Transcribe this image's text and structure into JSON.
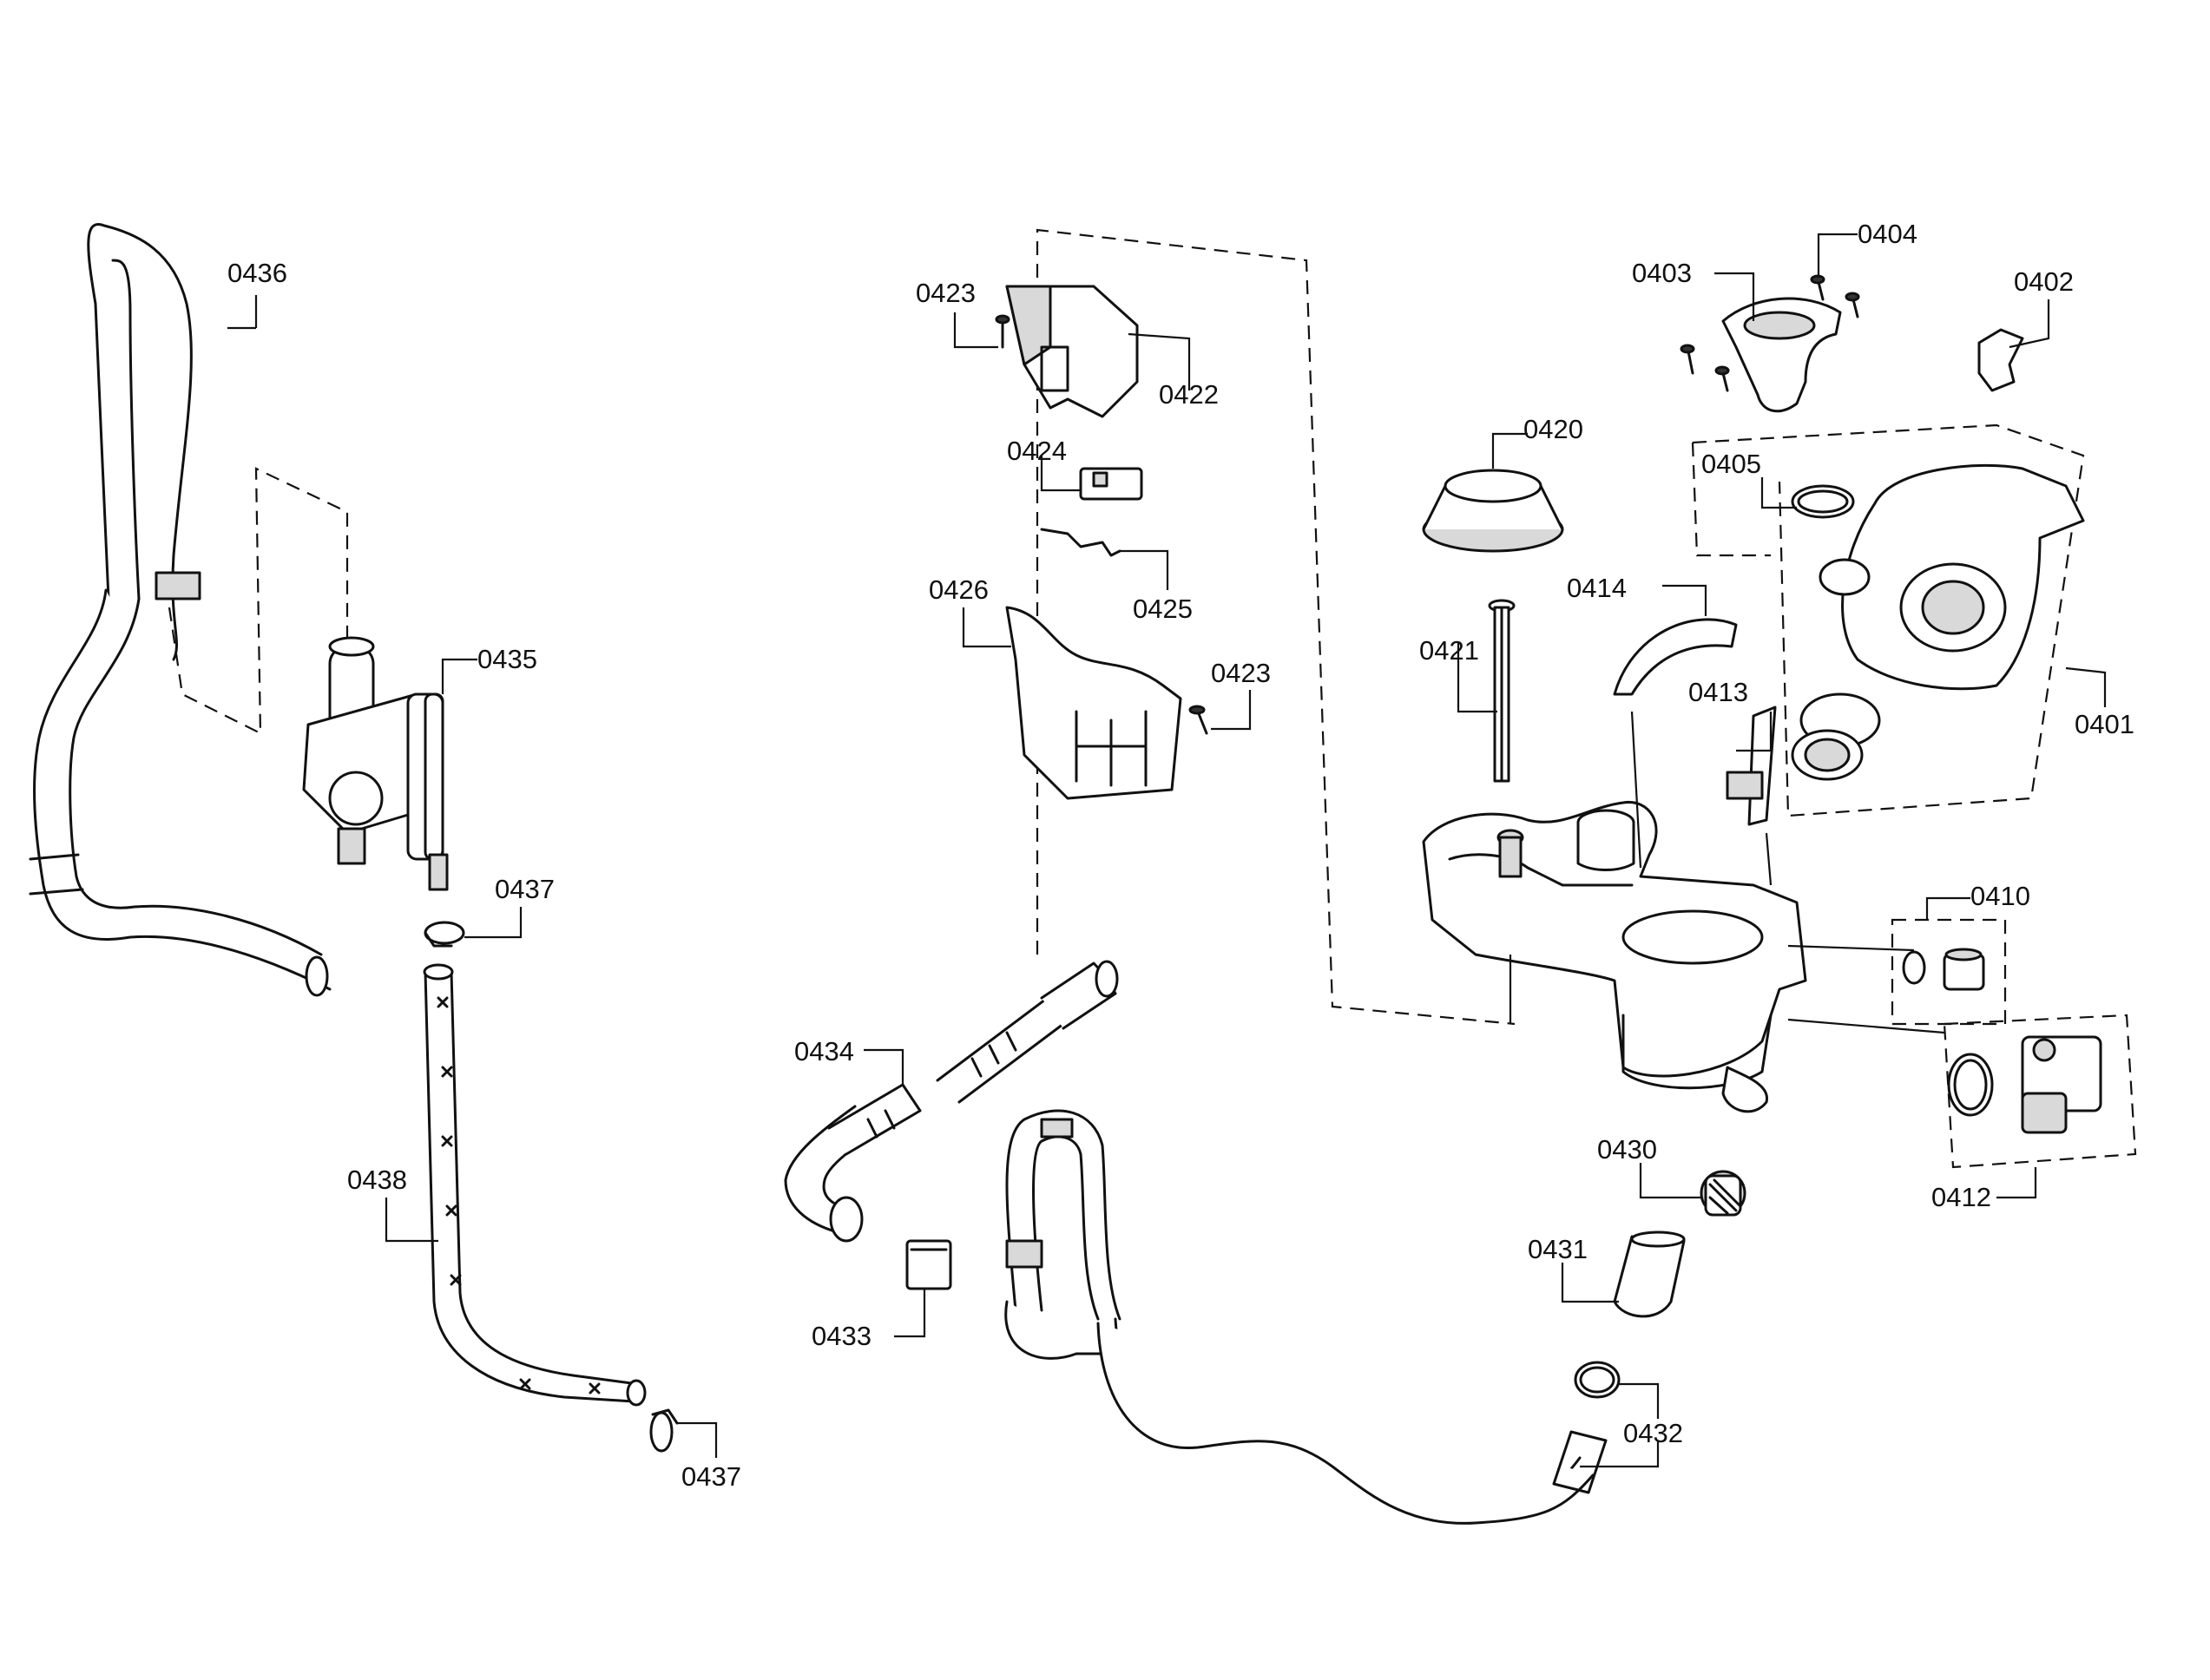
{
  "labels": {
    "l0401": "0401",
    "l0402": "0402",
    "l0403": "0403",
    "l0404": "0404",
    "l0405": "0405",
    "l0410": "0410",
    "l0412": "0412",
    "l0413": "0413",
    "l0414": "0414",
    "l0420": "0420",
    "l0421": "0421",
    "l0422": "0422",
    "l0423a": "0423",
    "l0423b": "0423",
    "l0424": "0424",
    "l0425": "0425",
    "l0426": "0426",
    "l0430": "0430",
    "l0431": "0431",
    "l0432": "0432",
    "l0433": "0433",
    "l0434": "0434",
    "l0435": "0435",
    "l0436": "0436",
    "l0437a": "0437",
    "l0437b": "0437",
    "l0438": "0438"
  }
}
